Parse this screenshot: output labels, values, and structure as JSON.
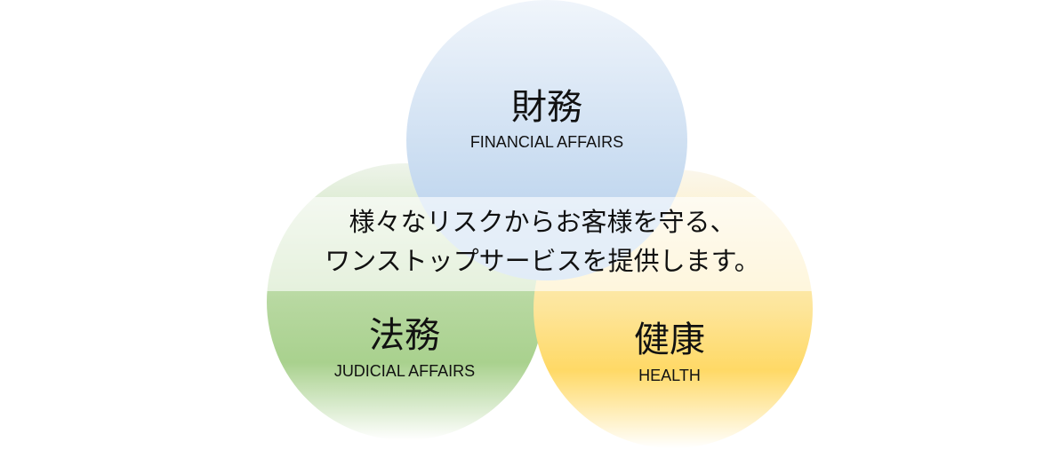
{
  "circles": {
    "financial": {
      "title": "財務",
      "subtitle": "FINANCIAL AFFAIRS",
      "color": "#b4cfec"
    },
    "judicial": {
      "title": "法務",
      "subtitle": "JUDICIAL AFFAIRS",
      "color": "#a9d18e"
    },
    "health": {
      "title": "健康",
      "subtitle": "HEALTH",
      "color": "#ffd966"
    }
  },
  "message": {
    "line1": "様々なリスクからお客様を守る、",
    "line2": "ワンストップサービスを提供します。"
  }
}
